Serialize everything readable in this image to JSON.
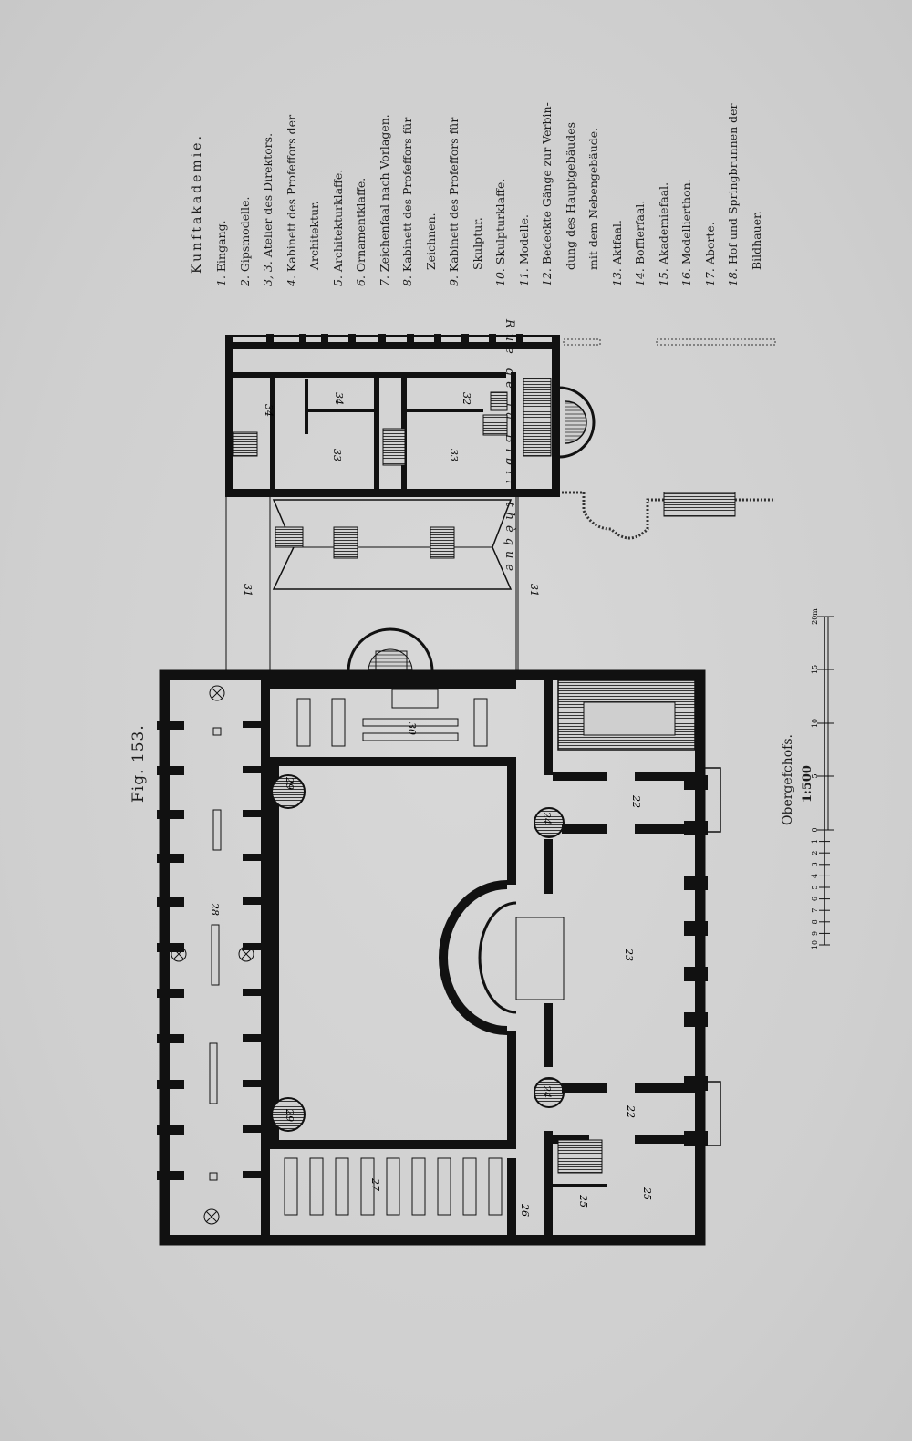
{
  "figure": {
    "label": "Fig. 153."
  },
  "legend": {
    "title": "Kunftakademie.",
    "items": [
      {
        "num": "1.",
        "text": "Eingang."
      },
      {
        "num": "2.",
        "text": "Gipsmodelle."
      },
      {
        "num": "3, 3.",
        "text": "Atelier des Direktors."
      },
      {
        "num": "4.",
        "text": "Kabinett des Profeffors der",
        "cont": "Architektur."
      },
      {
        "num": "5.",
        "text": "Architekturklaffe."
      },
      {
        "num": "6.",
        "text": "Ornamentklaffe."
      },
      {
        "num": "7.",
        "text": "Zeichenfaal nach Vorlagen."
      },
      {
        "num": "8.",
        "text": "Kabinett des Profeffors für",
        "cont": "Zeichnen."
      },
      {
        "num": "9.",
        "text": "Kabinett des Profeffors für",
        "cont": "Skulptur."
      },
      {
        "num": "10.",
        "text": "Skulpturklaffe."
      },
      {
        "num": "11.",
        "text": "Modelle."
      },
      {
        "num": "12.",
        "text": "Bedeckte Gänge zur Verbin-",
        "cont": "dung des Hauptgebäudes",
        "cont2": "mit dem Nebengebäude."
      },
      {
        "num": "13.",
        "text": "Aktfaal."
      },
      {
        "num": "14.",
        "text": "Boffierfaal."
      },
      {
        "num": "15.",
        "text": "Akademiefaal."
      },
      {
        "num": "16.",
        "text": "Modellierthon."
      },
      {
        "num": "17.",
        "text": "Aborte."
      },
      {
        "num": "18.",
        "text": "Hof und Springbrunnen der",
        "cont": "Bildhauer."
      }
    ]
  },
  "street": "Rue de la Bibliothèque",
  "floor": {
    "name": "Obergefchofs.",
    "scale": "1:500"
  },
  "scale_bar": {
    "fine_ticks": [
      "10",
      "9",
      "8",
      "7",
      "6",
      "5",
      "4",
      "3",
      "2",
      "1",
      "0"
    ],
    "major_ticks": [
      "5",
      "10",
      "15",
      "20m"
    ]
  },
  "rooms": {
    "r34a": "34",
    "r34b": "34",
    "r32": "32",
    "r33a": "33",
    "r33b": "33",
    "r31a": "31",
    "r31b": "31",
    "r30": "30",
    "r29": "29",
    "r28": "28",
    "r24a": "24",
    "r22a": "22",
    "r23": "23",
    "r24b": "24",
    "r22b": "22",
    "r29b": "29",
    "r27": "27",
    "r26": "26",
    "r25a": "25",
    "r25b": "25"
  }
}
